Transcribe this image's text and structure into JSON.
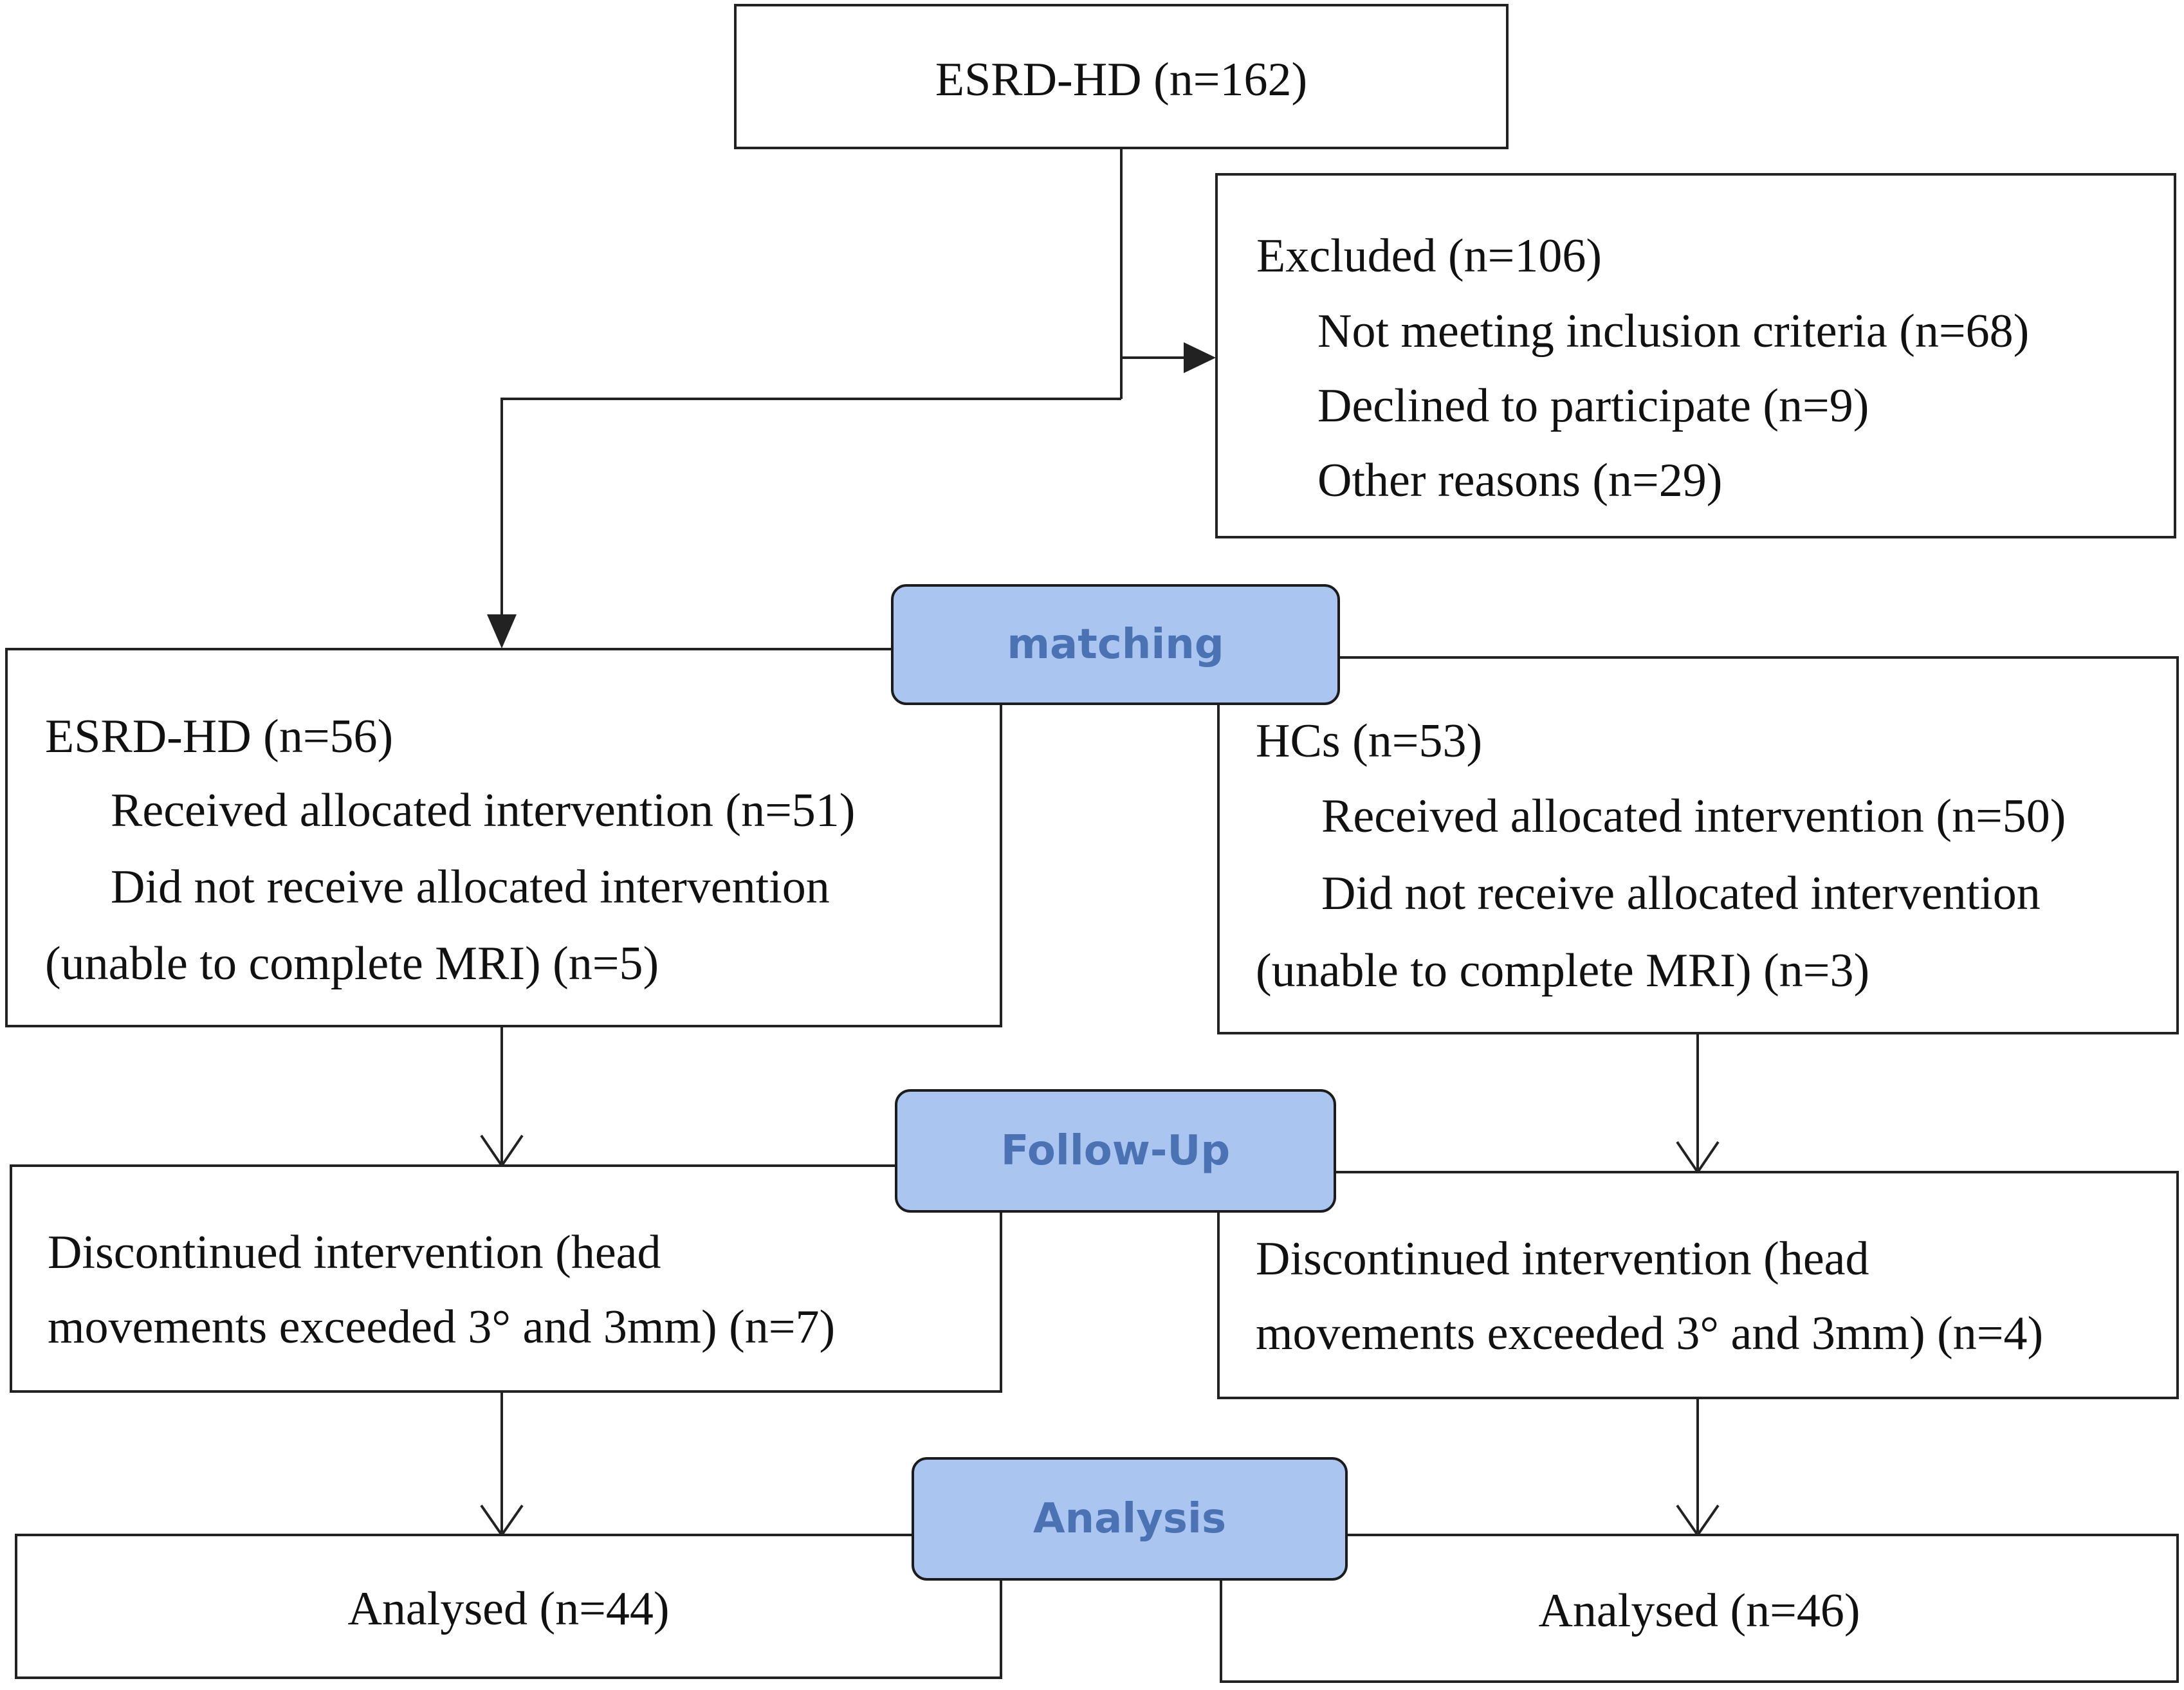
{
  "start": {
    "label": "ESRD-HD (n=162)"
  },
  "excluded": {
    "title": "Excluded (n=106)",
    "reasons": [
      "Not meeting inclusion criteria (n=68)",
      "Declined to participate (n=9)",
      "Other reasons (n=29)"
    ]
  },
  "stages": {
    "matching": "matching",
    "follow_up": "Follow-Up",
    "analysis": "Analysis"
  },
  "left": {
    "group": {
      "title": "ESRD-HD (n=56)",
      "line1": "Received allocated intervention (n=51)",
      "line2": "Did not receive allocated intervention",
      "line3": "(unable to complete MRI) (n=5)"
    },
    "followup": {
      "line1": "Discontinued intervention (head",
      "line2": "movements exceeded 3° and 3mm) (n=7)"
    },
    "analysis": "Analysed (n=44)"
  },
  "right": {
    "group": {
      "title": "HCs (n=53)",
      "line1": "Received allocated intervention (n=50)",
      "line2": "Did not receive allocated intervention",
      "line3": "(unable to complete MRI) (n=3)"
    },
    "followup": {
      "line1": "Discontinued intervention (head",
      "line2": "movements exceeded 3° and 3mm) (n=4)"
    },
    "analysis": "Analysed (n=46)"
  },
  "colors": {
    "stage_fill": "#a9c5f0",
    "stage_text": "#4b73b3",
    "line": "#222222"
  }
}
